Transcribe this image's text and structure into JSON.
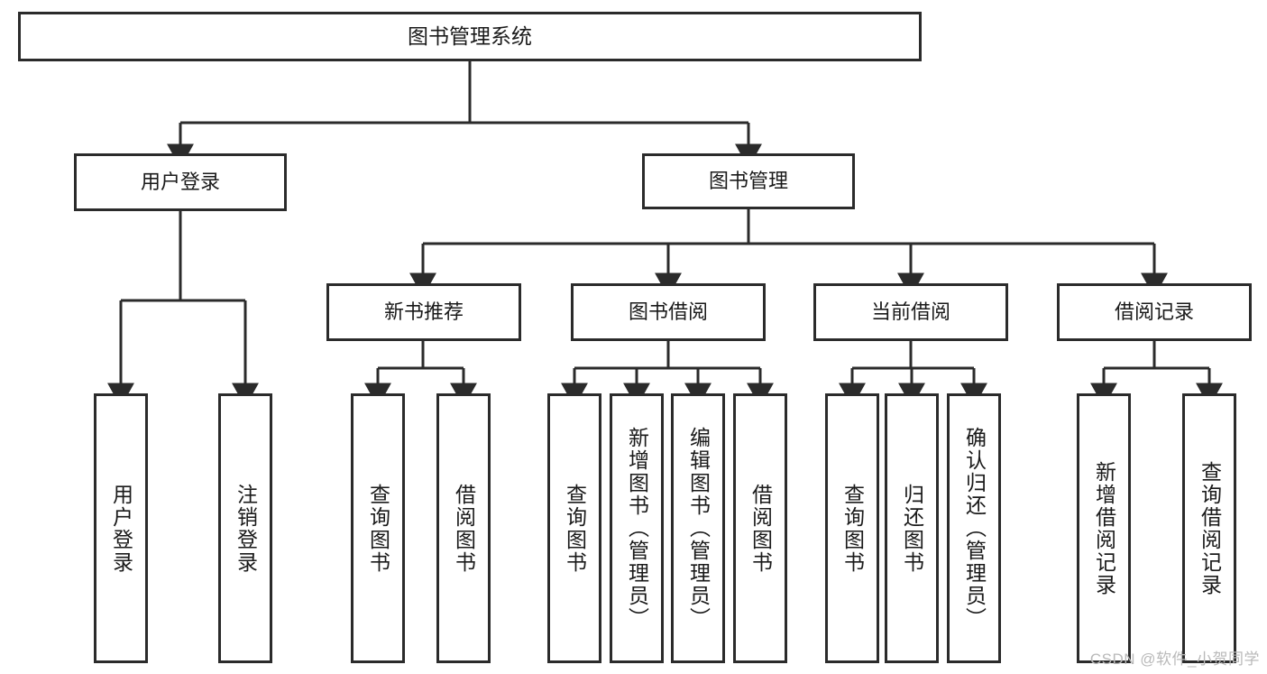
{
  "diagram": {
    "title": "图书管理系统",
    "watermark": "CSDN @软件_小贺同学",
    "line_color": "#2b2b2b",
    "box_fill": "#ffffff",
    "text_color": "#1a1a1a",
    "nodes": {
      "root": "图书管理系统",
      "level1": {
        "user_login": "用户登录",
        "book_manage": "图书管理"
      },
      "level2": {
        "new_book_recommend": "新书推荐",
        "book_borrow": "图书借阅",
        "current_borrow": "当前借阅",
        "borrow_record": "借阅记录"
      },
      "leaves": {
        "user_login_1": "用户登录",
        "user_login_2": "注销登录",
        "new_book_1": "查询图书",
        "new_book_2": "借阅图书",
        "book_borrow_1": "查询图书",
        "book_borrow_2": "新增图书（管理员）",
        "book_borrow_3": "编辑图书（管理员）",
        "book_borrow_4": "借阅图书",
        "current_borrow_1": "查询图书",
        "current_borrow_2": "归还图书",
        "current_borrow_3": "确认归还（管理员）",
        "borrow_record_1": "新增借阅记录",
        "borrow_record_2": "查询借阅记录"
      }
    }
  }
}
